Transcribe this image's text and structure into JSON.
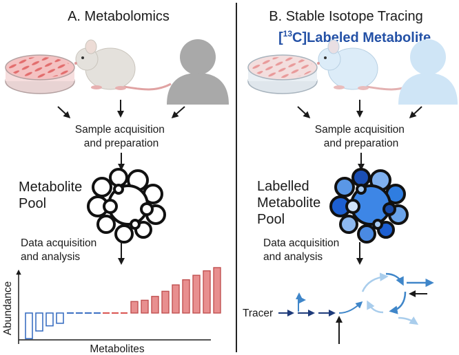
{
  "panel_a": {
    "title": "A. Metabolomics",
    "sample_step_line1": "Sample acquisition",
    "sample_step_line2": "and preparation",
    "pool_line1": "Metabolite",
    "pool_line2": "Pool",
    "data_step_line1": "Data acquisition",
    "data_step_line2": "and analysis",
    "y_axis_label": "Abundance",
    "x_axis_label": "Metabolites"
  },
  "panel_b": {
    "title": "B. Stable Isotope Tracing",
    "labeled_prefix": "[",
    "labeled_superscript": "13",
    "labeled_suffix": "C]Labeled Metabolite",
    "sample_step_line1": "Sample acquisition",
    "sample_step_line2": "and preparation",
    "pool_line1": "Labelled",
    "pool_line2": "Metabolite",
    "pool_line3": "Pool",
    "data_step_line1": "Data acquisition",
    "data_step_line2": "and analysis",
    "tracer_label": "Tracer"
  },
  "colors": {
    "dish_pink": "#f4c2c2",
    "mouse_grey": "#e4e1dc",
    "person_grey": "#a9a9a9",
    "light_blue": "#cfe5f6",
    "decrease_blue": "#3b6fc2",
    "increase_red": "#e88f8f",
    "pool_blue": "#2f7de0",
    "arrow_blue": "#3f86c9"
  },
  "chart_data": {
    "type": "bar",
    "x_label": "Metabolites",
    "y_label": "Abundance",
    "decreased_bars": [
      -4.0,
      -2.8,
      -2.0,
      -1.6
    ],
    "neutral_dashes": 7,
    "increased_bars": [
      1.8,
      2.0,
      2.6,
      3.4,
      4.4,
      5.2,
      5.9,
      6.6,
      7.1
    ]
  }
}
